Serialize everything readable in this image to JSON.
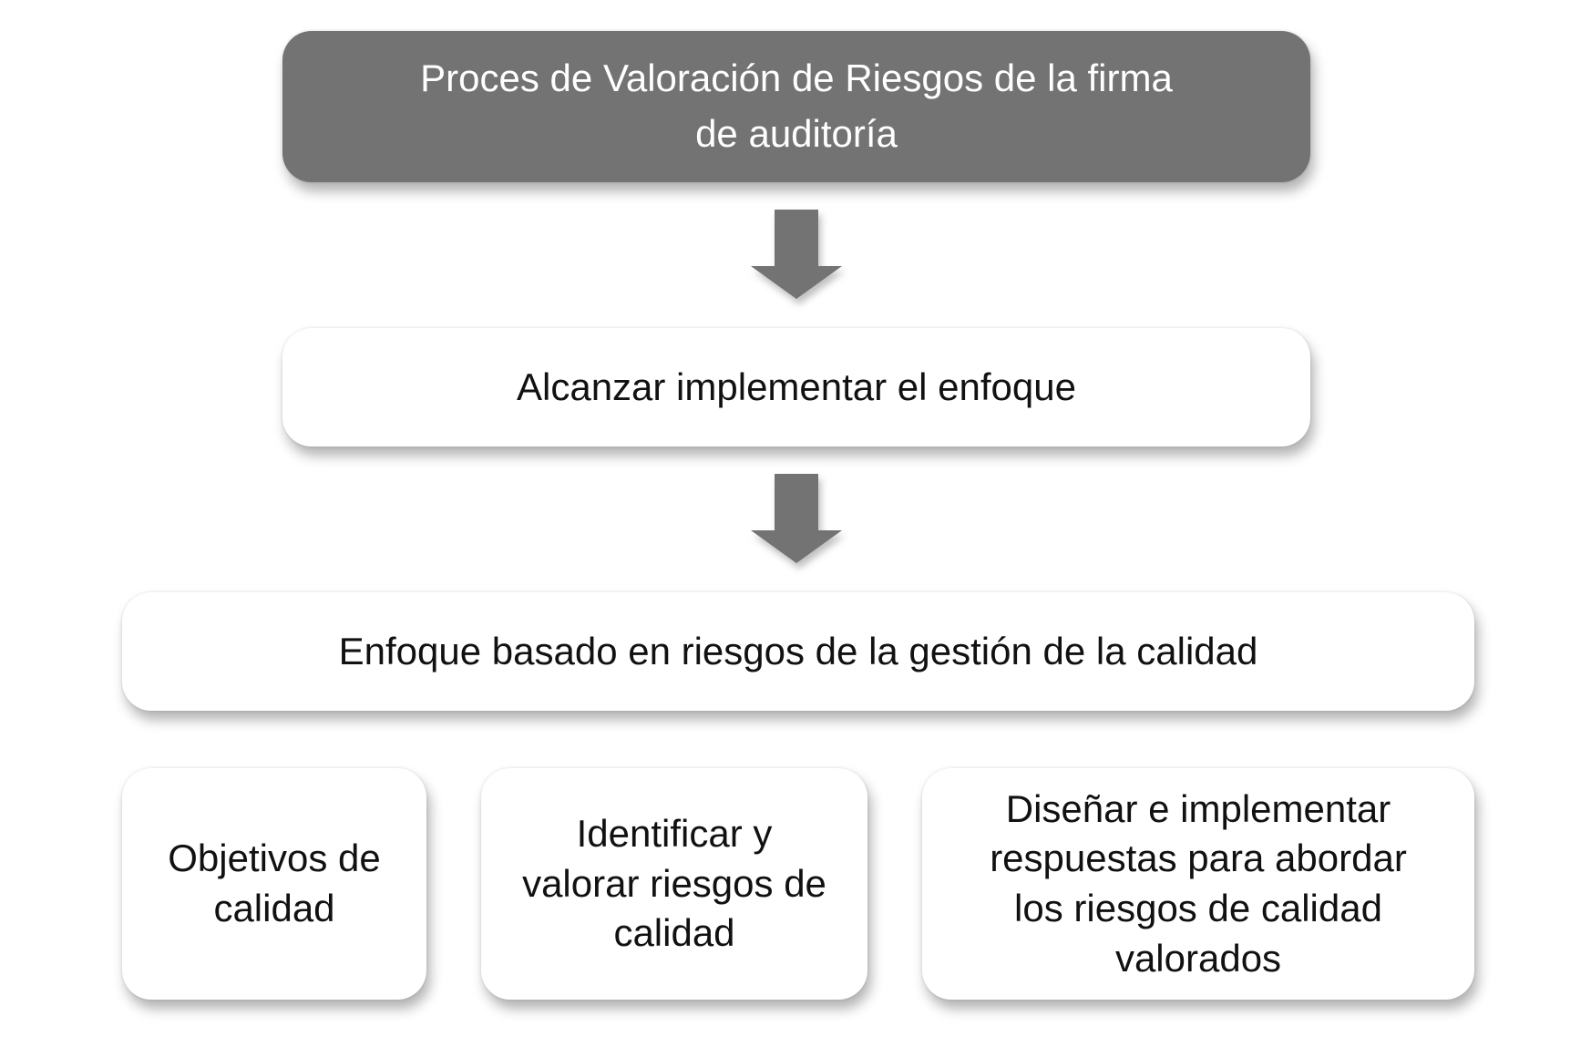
{
  "diagram": {
    "top_box": {
      "lines": [
        "Proces de Valoración de Riesgos de la firma",
        "de auditoría"
      ]
    },
    "middle_box": {
      "text": "Alcanzar implementar el enfoque"
    },
    "wide_box": {
      "text": "Enfoque basado en riesgos de la gestión de la calidad"
    },
    "bottom_boxes": [
      {
        "text": "Objetivos de calidad"
      },
      {
        "text": "Identificar y valorar riesgos de calidad"
      },
      {
        "text": "Diseñar e implementar respuestas para abordar los riesgos de calidad valorados"
      }
    ],
    "colors": {
      "dark_box": "#737373",
      "arrow": "#737373",
      "box_fill": "#ffffff"
    },
    "icons": [
      "down-arrow-icon",
      "down-arrow-icon"
    ]
  }
}
